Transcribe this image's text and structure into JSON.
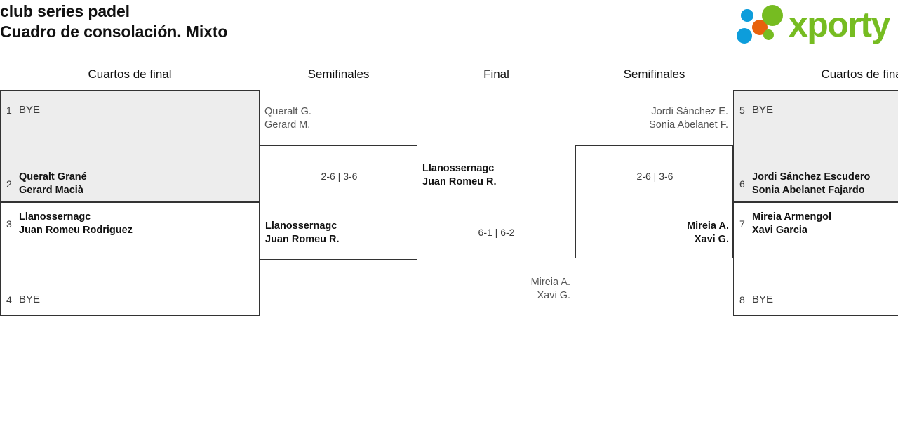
{
  "header": {
    "title_line1": "club series padel",
    "title_line2": "Cuadro de consolación. Mixto",
    "logo_text": "xporty",
    "logo_green": "#76bc21",
    "logo_blue": "#0d9ddb",
    "logo_orange": "#e8620c"
  },
  "rounds": [
    {
      "label": "Cuartos de final",
      "side": "left"
    },
    {
      "label": "Semifinales",
      "side": "left"
    },
    {
      "label": "Final",
      "side": "center"
    },
    {
      "label": "Semifinales",
      "side": "right"
    },
    {
      "label": "Cuartos de final",
      "side": "right"
    }
  ],
  "left_quarterfinals": [
    {
      "slots": [
        {
          "seed": "1",
          "line1": "BYE",
          "line2": "",
          "style": "bye"
        },
        {
          "seed": "2",
          "line1": "Queralt Grané",
          "line2": "Gerard Macià",
          "style": "bold"
        }
      ],
      "highlight": true
    },
    {
      "slots": [
        {
          "seed": "3",
          "line1": "Llanossernagc",
          "line2": "Juan Romeu Rodriguez",
          "style": "bold"
        },
        {
          "seed": "4",
          "line1": "BYE",
          "line2": "",
          "style": "bye"
        }
      ],
      "highlight": false
    }
  ],
  "right_quarterfinals": [
    {
      "slots": [
        {
          "seed": "5",
          "line1": "BYE",
          "line2": "",
          "style": "bye"
        },
        {
          "seed": "6",
          "line1": "Jordi Sánchez Escudero",
          "line2": "Sonia Abelanet Fajardo",
          "style": "bold"
        }
      ],
      "highlight": true
    },
    {
      "slots": [
        {
          "seed": "7",
          "line1": "Mireia Armengol",
          "line2": "Xavi Garcia",
          "style": "bold"
        },
        {
          "seed": "8",
          "line1": "BYE",
          "line2": "",
          "style": "bye"
        }
      ],
      "highlight": false
    }
  ],
  "left_semifinal": {
    "top_pair": {
      "line1": "Queralt G.",
      "line2": "Gerard M.",
      "result": "loser"
    },
    "bottom_pair": {
      "line1": "Llanossernagc",
      "line2": "Juan Romeu R.",
      "result": "winner"
    },
    "score": "2-6 | 3-6"
  },
  "right_semifinal": {
    "top_pair": {
      "line1": "Jordi Sánchez E.",
      "line2": "Sonia Abelanet F.",
      "result": "loser"
    },
    "bottom_pair": {
      "line1": "Mireia A.",
      "line2": "Xavi G.",
      "result": "winner"
    },
    "score": "2-6 | 3-6"
  },
  "final": {
    "top_pair": {
      "line1": "Llanossernagc",
      "line2": "Juan Romeu R.",
      "result": "winner"
    },
    "bottom_pair": {
      "line1": "Mireia A.",
      "line2": "Xavi G.",
      "result": "loser"
    },
    "score": "6-1 | 6-2"
  }
}
